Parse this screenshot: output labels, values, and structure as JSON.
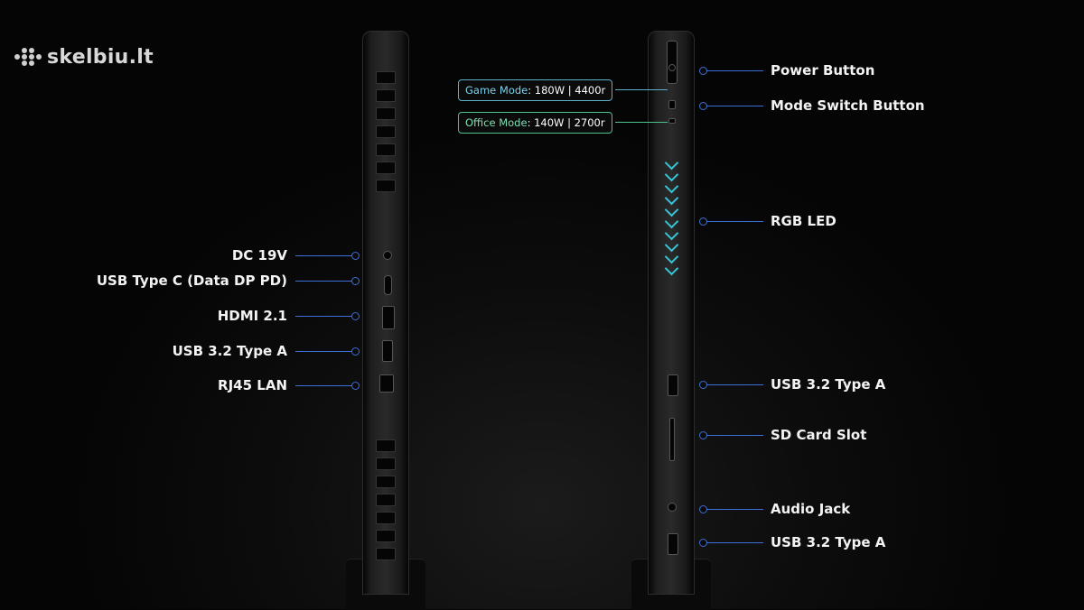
{
  "watermark": {
    "text": "skelbiu.lt",
    "icon": "dots-logo-icon"
  },
  "modes": [
    {
      "name": "Game Mode",
      "value": "180W | 4400r",
      "color": "#5db0c9"
    },
    {
      "name": "Office Mode",
      "value": "140W | 2700r",
      "color": "#4fc08e"
    }
  ],
  "left_labels": [
    "DC 19V",
    "USB Type C (Data DP PD)",
    "HDMI 2.1",
    "USB 3.2 Type A",
    "RJ45 LAN"
  ],
  "right_labels": [
    "Power Button",
    "Mode Switch Button",
    "RGB LED",
    "USB 3.2 Type A",
    "SD Card Slot",
    "Audio Jack",
    "USB 3.2 Type A"
  ],
  "colors": {
    "connector": "#3d6fd6",
    "rgb_led": "#39c4d6",
    "background": "#0a0a0a"
  }
}
